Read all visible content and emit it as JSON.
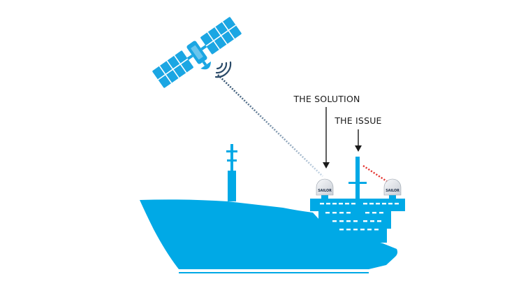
{
  "labels": {
    "solution": "THE SOLUTION",
    "issue": "THE ISSUE"
  },
  "dome_brand": "SAILOR",
  "colors": {
    "ship": "#00A9E6",
    "satellite": "#1BA6E3",
    "antenna_dome": "#e8ebef",
    "signal_good_far": "#2a4a68",
    "signal_good_near": "#c8d8e8",
    "signal_blocked": "#e53935",
    "text": "#1a1a1a"
  },
  "icons": {
    "satellite": "satellite-icon",
    "ship": "ship-icon"
  }
}
